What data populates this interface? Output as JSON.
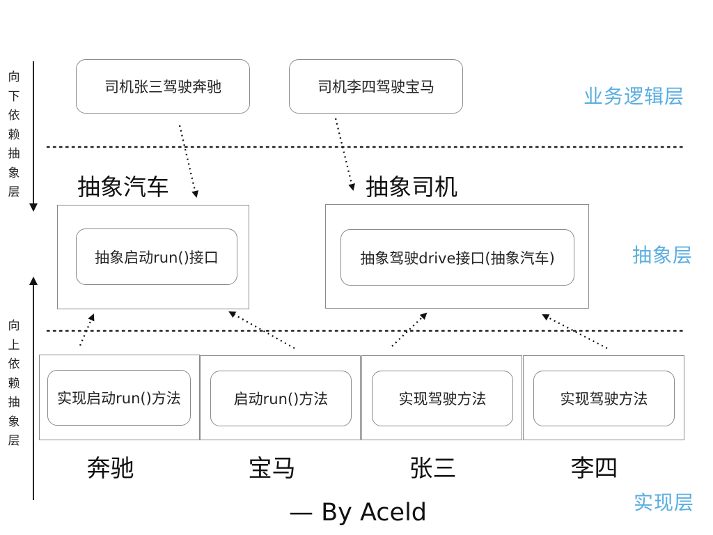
{
  "business": {
    "box1": "司机张三驾驶奔驰",
    "box2": "司机李四驾驶宝马"
  },
  "abstract": {
    "car_title": "抽象汽车",
    "driver_title": "抽象司机",
    "car_interface": "抽象启动run()接口",
    "driver_interface": "抽象驾驶drive接口(抽象汽车)"
  },
  "implementation": {
    "method_benz": "实现启动run()方法",
    "method_bmw": "启动run()方法",
    "method_zhangsan": "实现驾驶方法",
    "method_lisi": "实现驾驶方法",
    "name_benz": "奔驰",
    "name_bmw": "宝马",
    "name_zhangsan": "张三",
    "name_lisi": "李四"
  },
  "layers": {
    "business": "业务逻辑层",
    "abstract": "抽象层",
    "implementation": "实现层"
  },
  "side_labels": {
    "down": "向下依赖抽象层",
    "up": "向上依赖抽象层"
  },
  "credit": "— By Aceld"
}
